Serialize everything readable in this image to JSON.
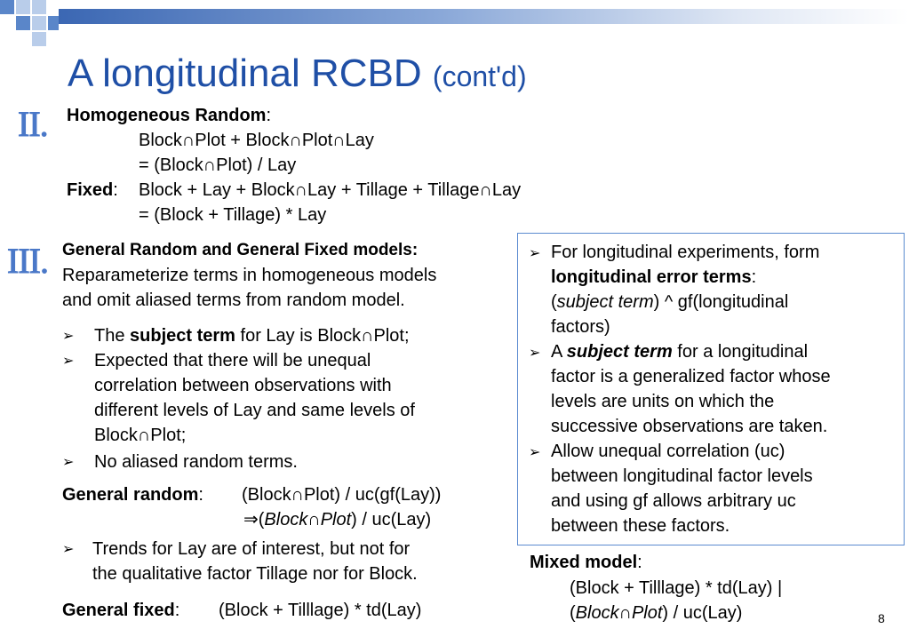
{
  "slide": {
    "title": "A longitudinal RCBD",
    "title_suffix": "(cont'd)",
    "page_number": "8"
  },
  "section2": {
    "numeral": "II.",
    "homog_label": "Homogeneous Random",
    "homog_colon": ":",
    "homog_line1": "Block∩Plot + Block∩Plot∩Lay",
    "homog_line2": "= (Block∩Plot) / Lay",
    "fixed_label": "Fixed",
    "fixed_colon": ":",
    "fixed_line1": "Block + Lay + Block∩Lay + Tillage + Tillage∩Lay",
    "fixed_line2": "= (Block + Tillage) * Lay"
  },
  "section3": {
    "numeral": "III.",
    "heading": "General Random and General Fixed models:",
    "intro_line1": "Reparameterize terms in homogeneous models",
    "intro_line2": "and omit aliased terms from random model.",
    "bullets": {
      "b1_pre": "The ",
      "b1_bold": "subject term",
      "b1_post": " for Lay is Block∩Plot;",
      "b2_line1": "Expected that there will be unequal",
      "b2_line2": "correlation between observations with",
      "b2_line3": "different levels of Lay and same levels of",
      "b2_line4": "Block∩Plot;",
      "b3": "No aliased random terms."
    },
    "gen_random_label": "General random",
    "gen_random_colon": ":",
    "gen_random_line1": "(Block∩Plot) / uc(gf(Lay))",
    "gen_random_arrow": "⇒(",
    "gen_random_italic": "Block∩Plot",
    "gen_random_end": ") / uc(Lay)",
    "trend_line1": "Trends for Lay are of interest, but not for",
    "trend_line2": "the qualitative factor Tillage nor for Block.",
    "gen_fixed_label": "General fixed",
    "gen_fixed_colon": ":",
    "gen_fixed_value": "(Block + Tilllage) * td(Lay)"
  },
  "box": {
    "p1_line1": "For longitudinal experiments, form",
    "p1_bold": "longitudinal error terms",
    "p1_colon": ":",
    "p1_line3_open": "(",
    "p1_line3_italic": "subject term",
    "p1_line3_rest": ") ^ gf(longitudinal",
    "p1_line4": "factors)",
    "p2_a": "A ",
    "p2_bold": "subject term",
    "p2_line1_rest": " for a longitudinal",
    "p2_line2": "factor is a generalized factor whose",
    "p2_line3": "levels are units on which the",
    "p2_line4": "successive observations are taken.",
    "p3_line1": "Allow unequal correlation (uc)",
    "p3_line2": "between longitudinal factor levels",
    "p3_line3": "and using gf allows arbitrary uc",
    "p3_line4": "between these factors."
  },
  "mixed": {
    "label": "Mixed model",
    "colon": ":",
    "line1": "(Block + Tilllage) * td(Lay)  |",
    "line2_open": "(",
    "line2_italic": "Block∩Plot",
    "line2_end": ") / uc(Lay)"
  },
  "symbols": {
    "arrow_bullet": "➢"
  }
}
